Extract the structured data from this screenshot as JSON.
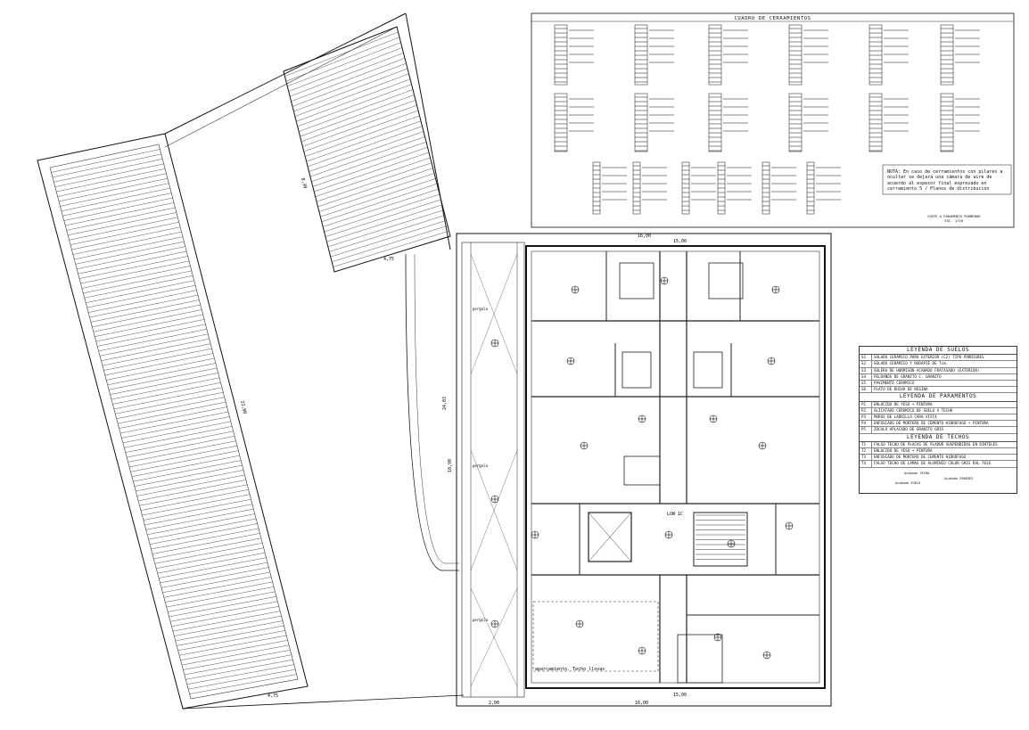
{
  "cuadro": {
    "title": "CUADRO DE CERRAMIENTOS",
    "nota": "NOTA: En caso de cerramientos con pilares a ocultar se dejará una cámara de aire de acuerdo al espesor final expresado en cerramiento 5 / Planos de distribución",
    "footer_line1": "CORTE A PARAMENTO PORMENOR",
    "footer_line2": "ESC. 1/20"
  },
  "legend_suelos": {
    "title": "LEYENDA DE SUELOS",
    "rows": [
      {
        "code": "S1",
        "desc": "SOLADO CERÁMICO PARA EXTERIOR (C2) TIPO PORRIGRES"
      },
      {
        "code": "S2",
        "desc": "SOLADO CERÁMICO Y RODAPIÉ DE 7cm."
      },
      {
        "code": "S3",
        "desc": "SOLERA DE HORMIGÓN ACABADO FRATASADO (EXTERIOR)"
      },
      {
        "code": "S4",
        "desc": "PELDAÑOS DE GRANITO C. GRANITO"
      },
      {
        "code": "S5",
        "desc": "PAVIMENTO CERÁMICO"
      },
      {
        "code": "S6",
        "desc": "PLATO DE DUCHA DE RESINA"
      }
    ]
  },
  "legend_paramentos": {
    "title": "LEYENDA DE PARAMENTOS",
    "rows": [
      {
        "code": "P1",
        "desc": "ENLUCIDO DE YESO + PINTURA"
      },
      {
        "code": "P2",
        "desc": "ALICATADO CERÁMICO DE SUELO A TECHO"
      },
      {
        "code": "P3",
        "desc": "MUROS DE LADRILLO CARA VISTA"
      },
      {
        "code": "P4",
        "desc": "ENFOSCADO DE MORTERO DE CEMENTO HIDRÓFUGO + PINTURA"
      },
      {
        "code": "P5",
        "desc": "ZÓCALO APLACADO DE GRANITO GRIS"
      }
    ]
  },
  "legend_techos": {
    "title": "LEYENDA DE TECHOS",
    "rows": [
      {
        "code": "T1",
        "desc": "FALSO TECHO DE PLACAS DE PLADUR SUSPENDIDAS EN DINTELES"
      },
      {
        "code": "T2",
        "desc": "ENLUCIDO DE YESO + PINTURA"
      },
      {
        "code": "T3",
        "desc": "ENFOSCADO DE MORTERO DE CEMENTO HIDRÓFUGO"
      },
      {
        "code": "T4",
        "desc": "FALSO TECHO DE LAMAS DE ALUMINIO COLOR GRIS RAL 7016"
      }
    ],
    "key_techo": "Acabado TECHO",
    "key_paredes": "Acabado PAREDES",
    "key_suelo": "Acabado SUELO"
  },
  "dimensions": {
    "top_total": "16,00",
    "top_inner": "15,00",
    "bottom_total": "16,00",
    "bottom_inner": "15,00",
    "bottom_left": "2,00",
    "left_height_a": "24,03",
    "left_height_b": "10,90",
    "ramp_length": "23,00",
    "ramp_width": "4,75",
    "roof_width": "4,75",
    "roof_length": "8,30",
    "stair_label": "LOW 1C",
    "note_bottom": "aparcamiento. Techo llovas",
    "pergola_1": "pergola",
    "pergola_2": "pergola",
    "pergola_3": "pergola"
  },
  "colors": {
    "line": "#1a1a1a",
    "hatch": "#444444",
    "wall": "#222222"
  }
}
